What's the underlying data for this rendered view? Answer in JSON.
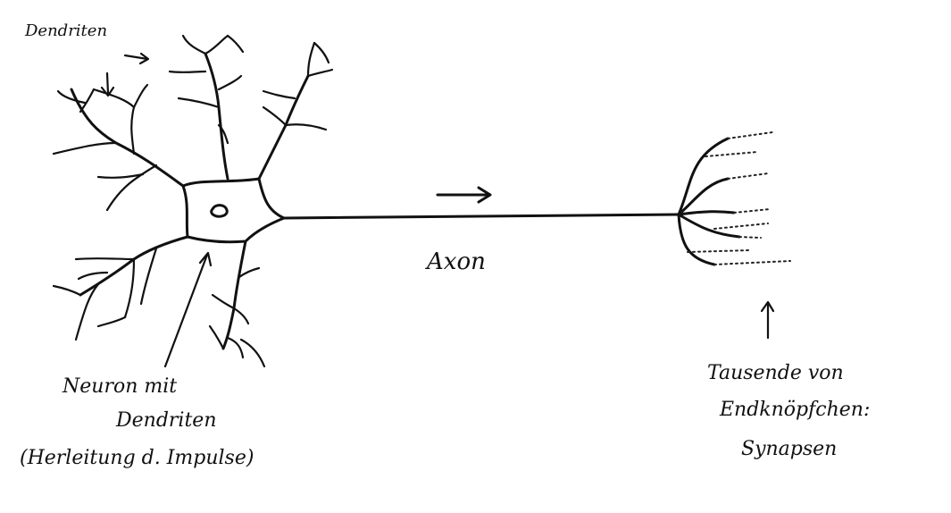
{
  "diagram": {
    "labels": {
      "dendrites_top": "Dendriten",
      "axon": "Axon",
      "neuron_line1": "Neuron mit",
      "neuron_line2": "Dendriten",
      "neuron_line3": "(Herleitung d. Impulse)",
      "terminals_line1": "Tausende von",
      "terminals_line2": "Endknöpfchen:",
      "terminals_line3": "Synapsen"
    },
    "colors": {
      "ink": "#111111",
      "paper": "#ffffff"
    }
  }
}
